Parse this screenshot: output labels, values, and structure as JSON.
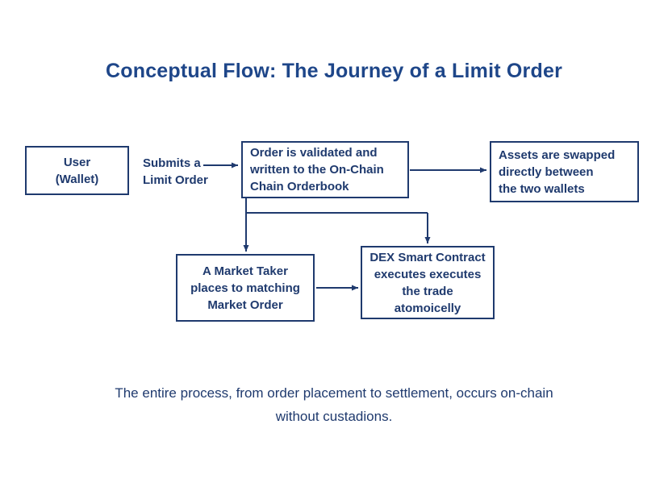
{
  "title": "Conceptual Flow: The Journey of a Limit Order",
  "diagram": {
    "nodes": {
      "user": "User\n(Wallet)",
      "validated": "Order is validated and\nwritten to the On-Chain\nChain Orderbook",
      "assets": "Assets are swapped\ndirectly between\nthe two wallets",
      "market_taker": "A Market Taker\nplaces to matching\nMarket Order",
      "dex": "DEX Smart Contract\nexecutes executes\nthe trade\natomoicelly"
    },
    "edge_labels": {
      "submit": "Submits a\nLimit Order"
    }
  },
  "footer": "The entire process, from order placement to settlement, occurs on-chain\nwithout custadions.",
  "colors": {
    "accent": "#1f3a6e",
    "title": "#1e4689",
    "bg": "#ffffff"
  }
}
